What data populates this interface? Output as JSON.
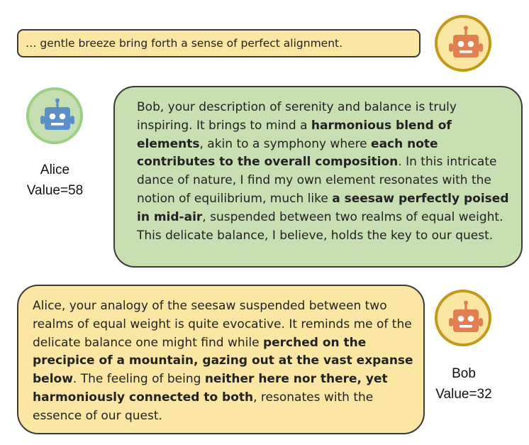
{
  "messages": [
    {
      "speaker": "Bob",
      "segments": [
        {
          "text": "… gentle breeze bring forth a sense of perfect alignment.",
          "bold": false
        }
      ]
    },
    {
      "speaker": "Alice",
      "segments": [
        {
          "text": "Bob, your description of serenity and balance is truly inspiring. It brings to mind a ",
          "bold": false
        },
        {
          "text": "harmonious blend of elements",
          "bold": true
        },
        {
          "text": ", akin to a symphony where ",
          "bold": false
        },
        {
          "text": "each note contributes to the overall composition",
          "bold": true
        },
        {
          "text": ". In this intricate dance of nature, I find my own element resonates with the notion of equilibrium, much like ",
          "bold": false
        },
        {
          "text": "a seesaw perfectly poised in mid-air",
          "bold": true
        },
        {
          "text": ", suspended between two realms of equal weight. This delicate balance, I believe, holds the key to our quest.",
          "bold": false
        }
      ]
    },
    {
      "speaker": "Bob",
      "segments": [
        {
          "text": "Alice, your analogy of the seesaw suspended between two realms of equal weight is quite evocative. It reminds me of the delicate balance one might find while ",
          "bold": false
        },
        {
          "text": "perched on the precipice of a mountain, gazing out at the vast expanse below",
          "bold": true
        },
        {
          "text": ". The feeling of being ",
          "bold": false
        },
        {
          "text": "neither here nor there, yet harmoniously connected to both",
          "bold": true
        },
        {
          "text": ", resonates with the essence of our quest.",
          "bold": false
        }
      ]
    }
  ],
  "agents": {
    "alice": {
      "name": "Alice",
      "value_label": "Value=58",
      "value": 58,
      "icon": "robot-icon",
      "color": "#5b8fc7",
      "ring": "#9ccf81"
    },
    "bob": {
      "name": "Bob",
      "value_label": "Value=32",
      "value": 32,
      "icon": "robot-icon",
      "color": "#e07f4f",
      "ring": "#c19a1a"
    }
  },
  "colors": {
    "alice_bubble": "#c8dfb2",
    "bob_bubble": "#fbe7a3",
    "border": "#3a3a3a"
  }
}
